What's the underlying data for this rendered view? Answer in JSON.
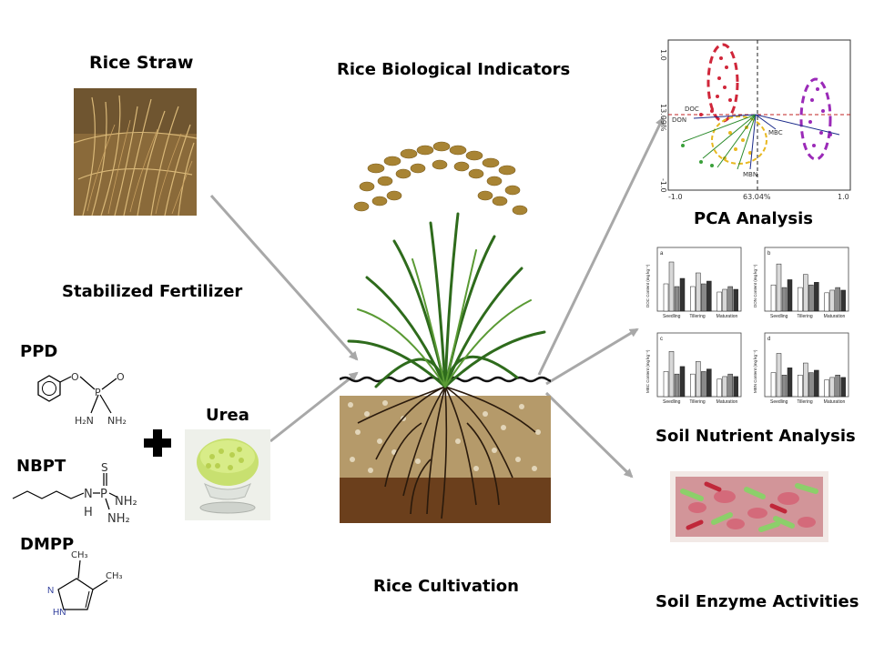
{
  "labels": {
    "rice_straw": "Rice Straw",
    "rice_biological_indicators": "Rice Biological Indicators",
    "stabilized_fertilizer": "Stabilized Fertilizer",
    "ppd": "PPD",
    "nbpt": "NBPT",
    "dmpp": "DMPP",
    "urea": "Urea",
    "rice_cultivation": "Rice Cultivation",
    "pca_analysis": "PCA Analysis",
    "soil_nutrient_analysis": "Soil Nutrient Analysis",
    "soil_enzyme_activities": "Soil Enzyme Activities"
  },
  "pca_plot": {
    "x_ticks": [
      "-1.0",
      "63.04%",
      "1.0"
    ],
    "y_ticks": [
      "1.0",
      "13.09%",
      "-1.0"
    ],
    "point_labels": [
      "DOC",
      "DON",
      "MBC",
      "MBN"
    ]
  },
  "nutrient_panels": [
    {
      "tag": "a",
      "ylabel": "DOC Content (mg kg⁻¹)",
      "stages": [
        "Seedling",
        "Tillering",
        "Maturation"
      ]
    },
    {
      "tag": "b",
      "ylabel": "DON Content (mg kg⁻¹)",
      "stages": [
        "Seedling",
        "Tillering",
        "Maturation"
      ]
    },
    {
      "tag": "c",
      "ylabel": "MBC Content (mg kg⁻¹)",
      "stages": [
        "Seedling",
        "Tillering",
        "Maturation"
      ]
    },
    {
      "tag": "d",
      "ylabel": "MBN Content (mg kg⁻¹)",
      "stages": [
        "Seedling",
        "Tillering",
        "Maturation"
      ]
    }
  ],
  "chem": {
    "ppd_atoms": [
      "O",
      "P",
      "O",
      "H₂N",
      "NH₂"
    ],
    "nbpt_atoms": [
      "S",
      "N",
      "H",
      "P",
      "NH₂",
      "NH₂"
    ],
    "dmpp_atoms": [
      "CH₃",
      "CH₃",
      "N",
      "HN"
    ]
  },
  "colors": {
    "arrow": "#a8a8a8",
    "pca_red": "#d0263a",
    "pca_purple": "#9b2ab8",
    "pca_yellow": "#e8b820",
    "pca_green": "#3aa03a"
  }
}
